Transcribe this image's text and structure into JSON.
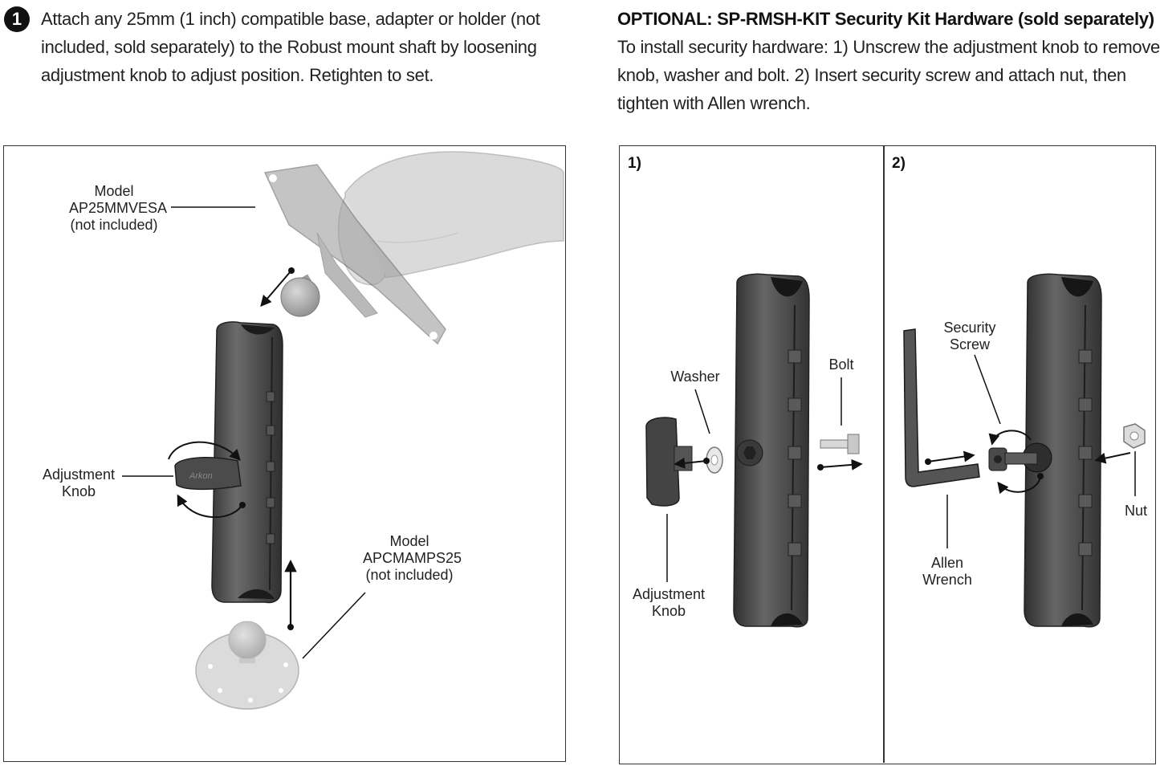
{
  "step1": {
    "badge": "1",
    "text": "Attach any 25mm (1 inch) compatible base, adapter or holder (not included, sold separately) to the Robust mount shaft by loosening adjustment knob to adjust position. Retighten to set."
  },
  "optional": {
    "title": "OPTIONAL: SP-RMSH-KIT Security Kit Hardware (sold separately)",
    "body": "To install security hardware: 1) Unscrew the adjustment knob to remove knob, washer and bolt. 2) Insert security screw and attach nut, then tighten with Allen wrench."
  },
  "left_panel": {
    "vesa_model": "Model",
    "vesa_code": "AP25MMVESA",
    "vesa_note": "(not included)",
    "knob_line1": "Adjustment",
    "knob_line2": "Knob",
    "base_model": "Model",
    "base_code": "APCMAMPS25",
    "base_note": "(not included)",
    "arm_brand": "Arkon"
  },
  "panel_1": {
    "label": "1)",
    "washer": "Washer",
    "bolt": "Bolt",
    "knob_line1": "Adjustment",
    "knob_line2": "Knob"
  },
  "panel_2": {
    "label": "2)",
    "screw_line1": "Security",
    "screw_line2": "Screw",
    "wrench_line1": "Allen",
    "wrench_line2": "Wrench",
    "nut": "Nut"
  }
}
